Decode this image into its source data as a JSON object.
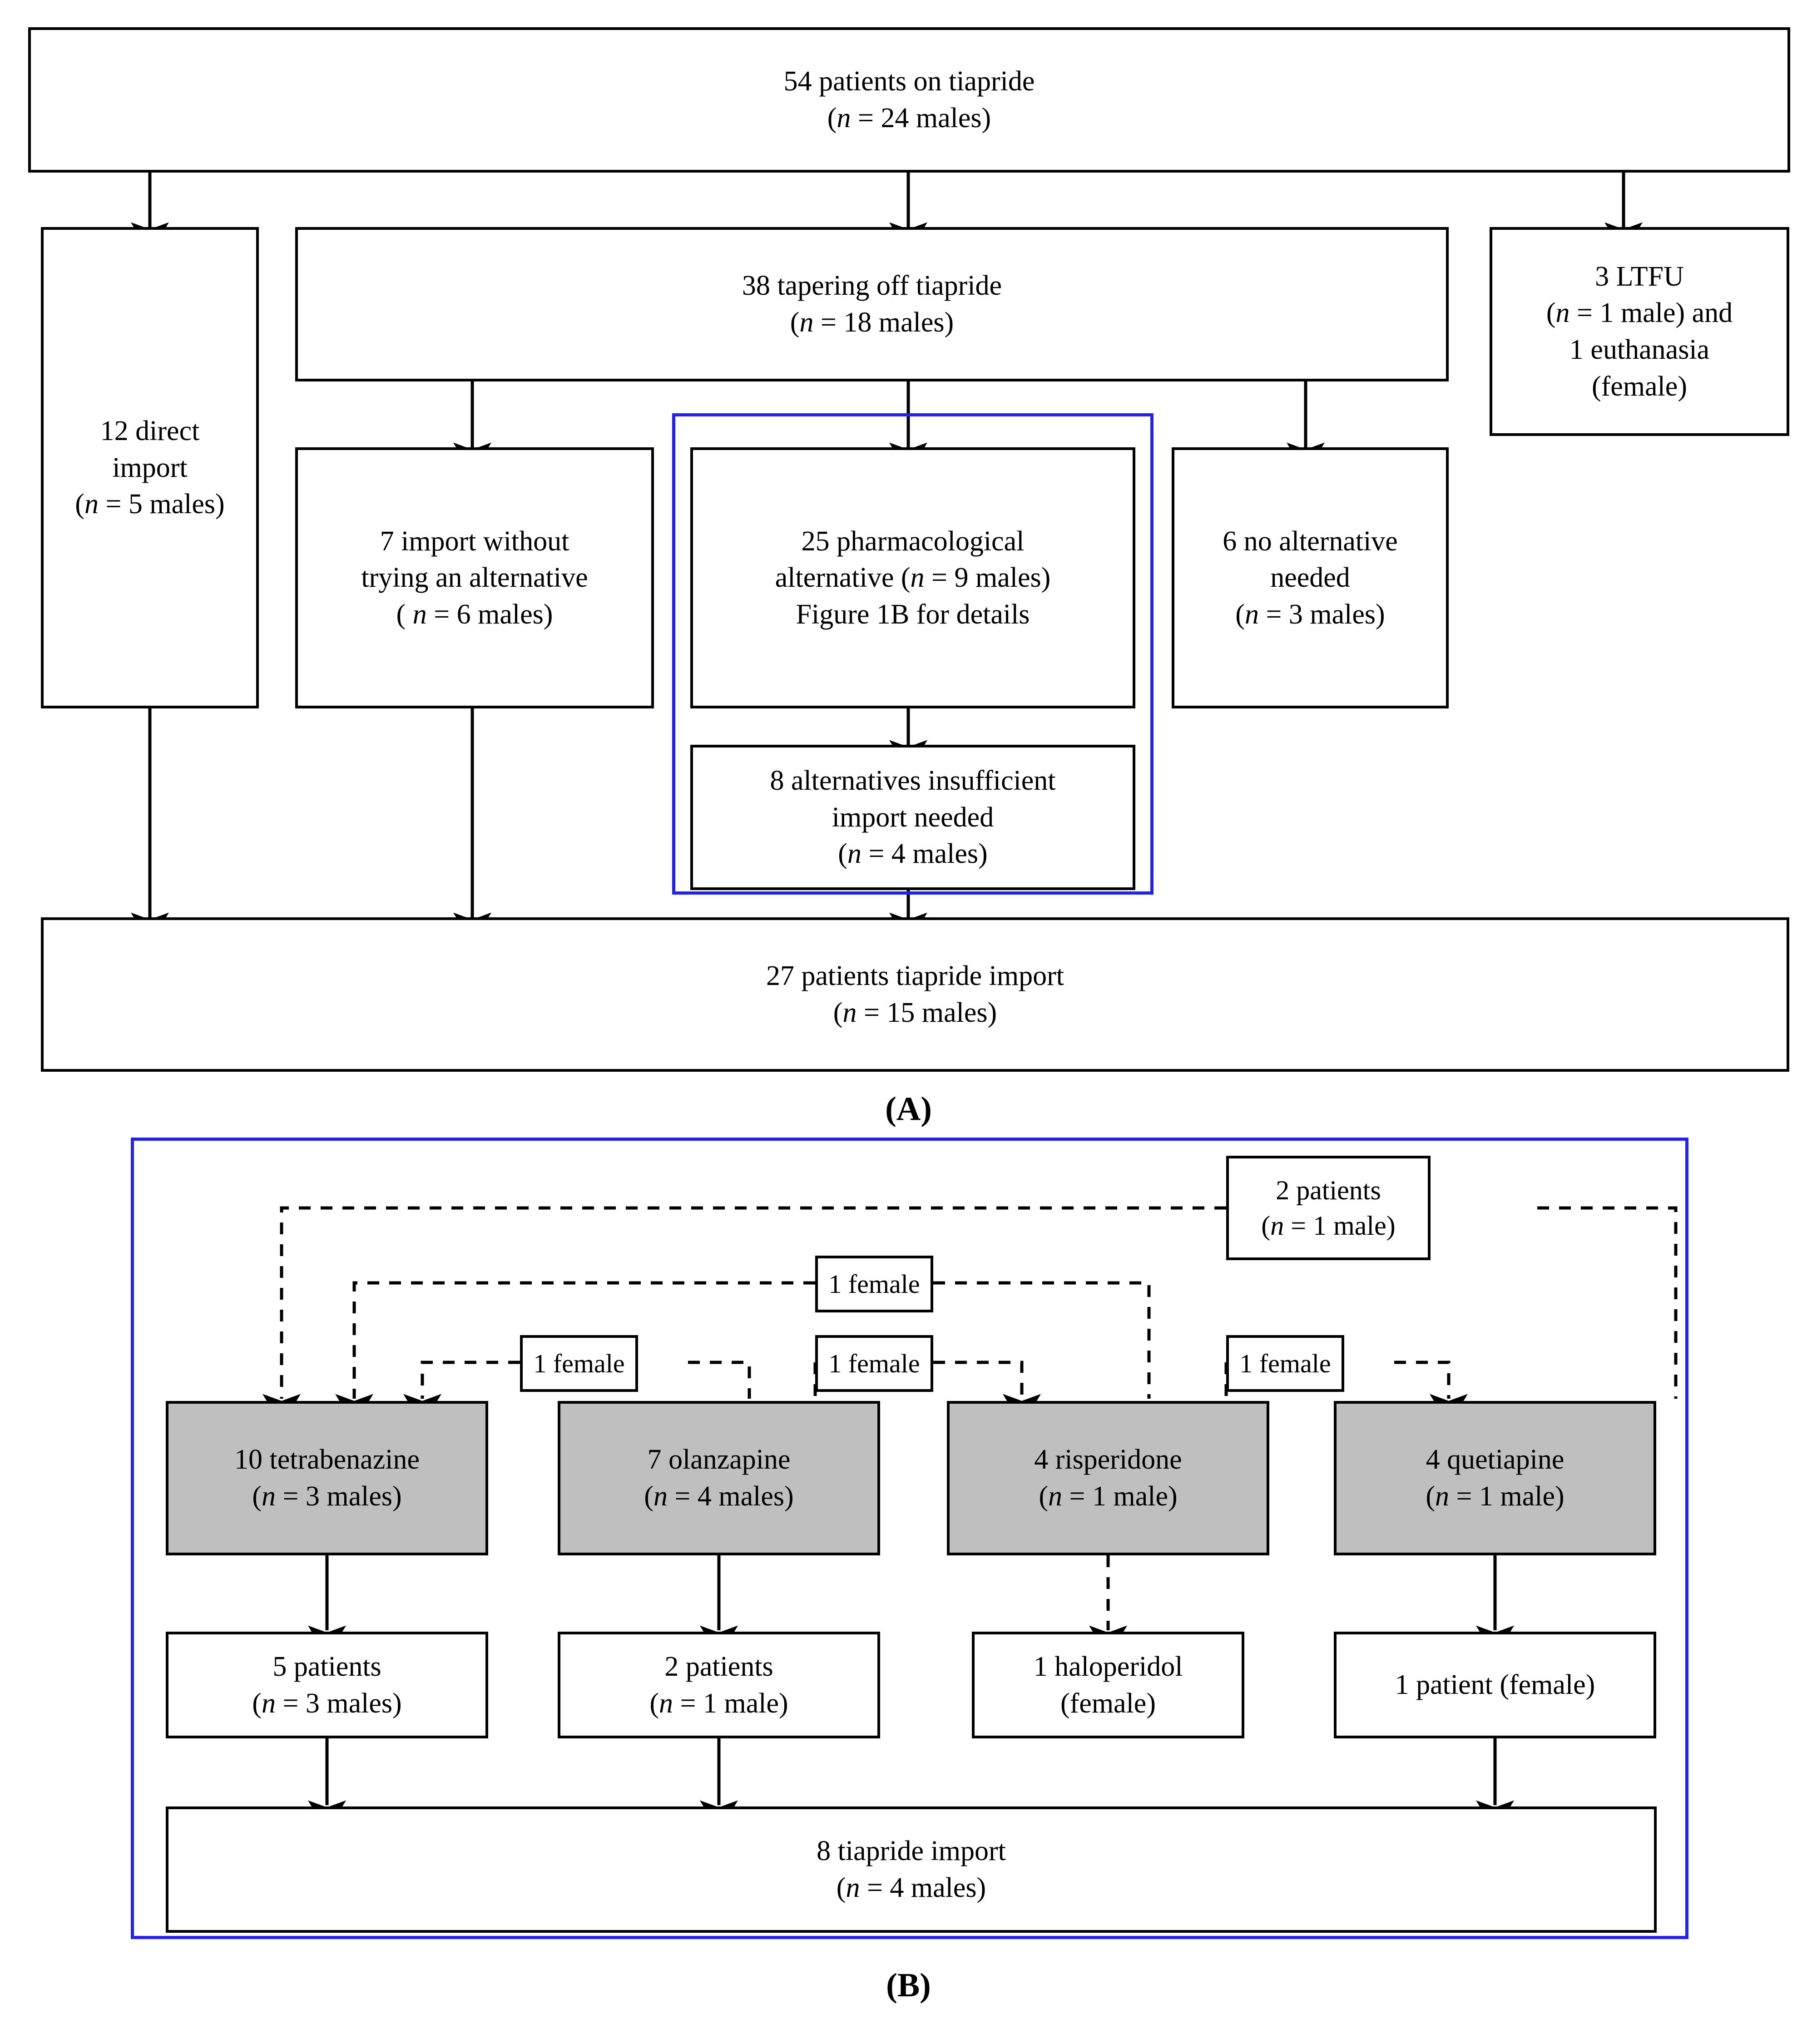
{
  "figure": {
    "panel_a_caption": "(A)",
    "panel_b_caption": "(B)"
  },
  "panel_a": {
    "nodes": {
      "root": {
        "line1": "54 patients on tiapride",
        "line2": "(n = 24 males)"
      },
      "direct_import": {
        "line1": "12 direct",
        "line2": "import",
        "line3": "(n = 5 males)"
      },
      "tapering": {
        "line1": "38 tapering off tiapride",
        "line2": "(n = 18 males)"
      },
      "ltfu": {
        "line1": "3 LTFU",
        "line2": "(n = 1 male) and",
        "line3": "1 euthanasia",
        "line4": "(female)"
      },
      "import_no_alt": {
        "line1": "7 import without",
        "line2": "trying an alternative",
        "line3": "( n = 6 males)"
      },
      "pharm_alt": {
        "line1": "25 pharmacological",
        "line2": "alternative (n = 9 males)",
        "line3": "Figure 1B for details"
      },
      "alt_insufficient": {
        "line1": "8 alternatives insufficient",
        "line2": "import needed",
        "line3": "(n = 4 males)"
      },
      "no_alt_needed": {
        "line1": "6 no alternative",
        "line2": "needed",
        "line3": "(n = 3 males)"
      },
      "total_import": {
        "line1": "27 patients tiapride import",
        "line2": "(n = 15 males)"
      }
    }
  },
  "panel_b": {
    "nodes": {
      "two_patients": {
        "line1": "2 patients",
        "line2": "(n = 1 male)"
      },
      "female_a": {
        "line1": "1 female"
      },
      "female_b": {
        "line1": "1 female"
      },
      "female_c": {
        "line1": "1 female"
      },
      "female_d": {
        "line1": "1 female"
      },
      "tetrabenazine": {
        "line1": "10 tetrabenazine",
        "line2": "(n = 3 males)"
      },
      "olanzapine": {
        "line1": "7 olanzapine",
        "line2": "(n = 4 males)"
      },
      "risperidone": {
        "line1": "4 risperidone",
        "line2": "(n = 1 male)"
      },
      "quetiapine": {
        "line1": "4 quetiapine",
        "line2": "(n = 1 male)"
      },
      "tetra_out": {
        "line1": "5 patients",
        "line2": "(n = 3 males)"
      },
      "olanz_out": {
        "line1": "2 patients",
        "line2": "(n = 1 male)"
      },
      "haloperidol": {
        "line1": "1 haloperidol",
        "line2": "(female)"
      },
      "quet_out": {
        "line1": "1 patient (female)"
      },
      "import_total": {
        "line1": "8 tiapride import",
        "line2": "(n = 4 males)"
      }
    }
  },
  "colors": {
    "highlight_border": "#2222ee",
    "node_fill_gray": "#bfbfbf",
    "stroke": "#000000"
  },
  "chart_data": {
    "type": "table",
    "title": "Patient flow for tiapride tapering, alternatives and import",
    "panel_a_flow": [
      {
        "from": "54 patients on tiapride (n = 24 males)",
        "to": "12 direct import (n = 5 males)"
      },
      {
        "from": "54 patients on tiapride (n = 24 males)",
        "to": "38 tapering off tiapride (n = 18 males)"
      },
      {
        "from": "54 patients on tiapride (n = 24 males)",
        "to": "3 LTFU (n = 1 male) and 1 euthanasia (female)"
      },
      {
        "from": "38 tapering off tiapride (n = 18 males)",
        "to": "7 import without trying an alternative ( n = 6 males)"
      },
      {
        "from": "38 tapering off tiapride (n = 18 males)",
        "to": "25 pharmacological alternative (n = 9 males)"
      },
      {
        "from": "38 tapering off tiapride (n = 18 males)",
        "to": "6 no alternative needed (n = 3 males)"
      },
      {
        "from": "25 pharmacological alternative (n = 9 males)",
        "to": "8 alternatives insufficient import needed (n = 4 males)"
      },
      {
        "from": "12 direct import (n = 5 males)",
        "to": "27 patients tiapride import (n = 15 males)"
      },
      {
        "from": "7 import without trying an alternative ( n = 6 males)",
        "to": "27 patients tiapride import (n = 15 males)"
      },
      {
        "from": "8 alternatives insufficient import needed (n = 4 males)",
        "to": "27 patients tiapride import (n = 15 males)"
      }
    ],
    "panel_b_flow": [
      {
        "from": "10 tetrabenazine (n = 3 males)",
        "to": "5 patients (n = 3 males)"
      },
      {
        "from": "7 olanzapine (n = 4 males)",
        "to": "2 patients (n = 1 male)"
      },
      {
        "from": "4 risperidone (n = 1 male)",
        "to": "1 haloperidol (female)"
      },
      {
        "from": "4 quetiapine (n = 1 male)",
        "to": "1 patient (female)"
      },
      {
        "from": "5 patients (n = 3 males)",
        "to": "8 tiapride import (n = 4 males)"
      },
      {
        "from": "2 patients (n = 1 male)",
        "to": "8 tiapride import (n = 4 males)"
      },
      {
        "from": "1 patient (female)",
        "to": "8 tiapride import (n = 4 males)"
      }
    ]
  }
}
